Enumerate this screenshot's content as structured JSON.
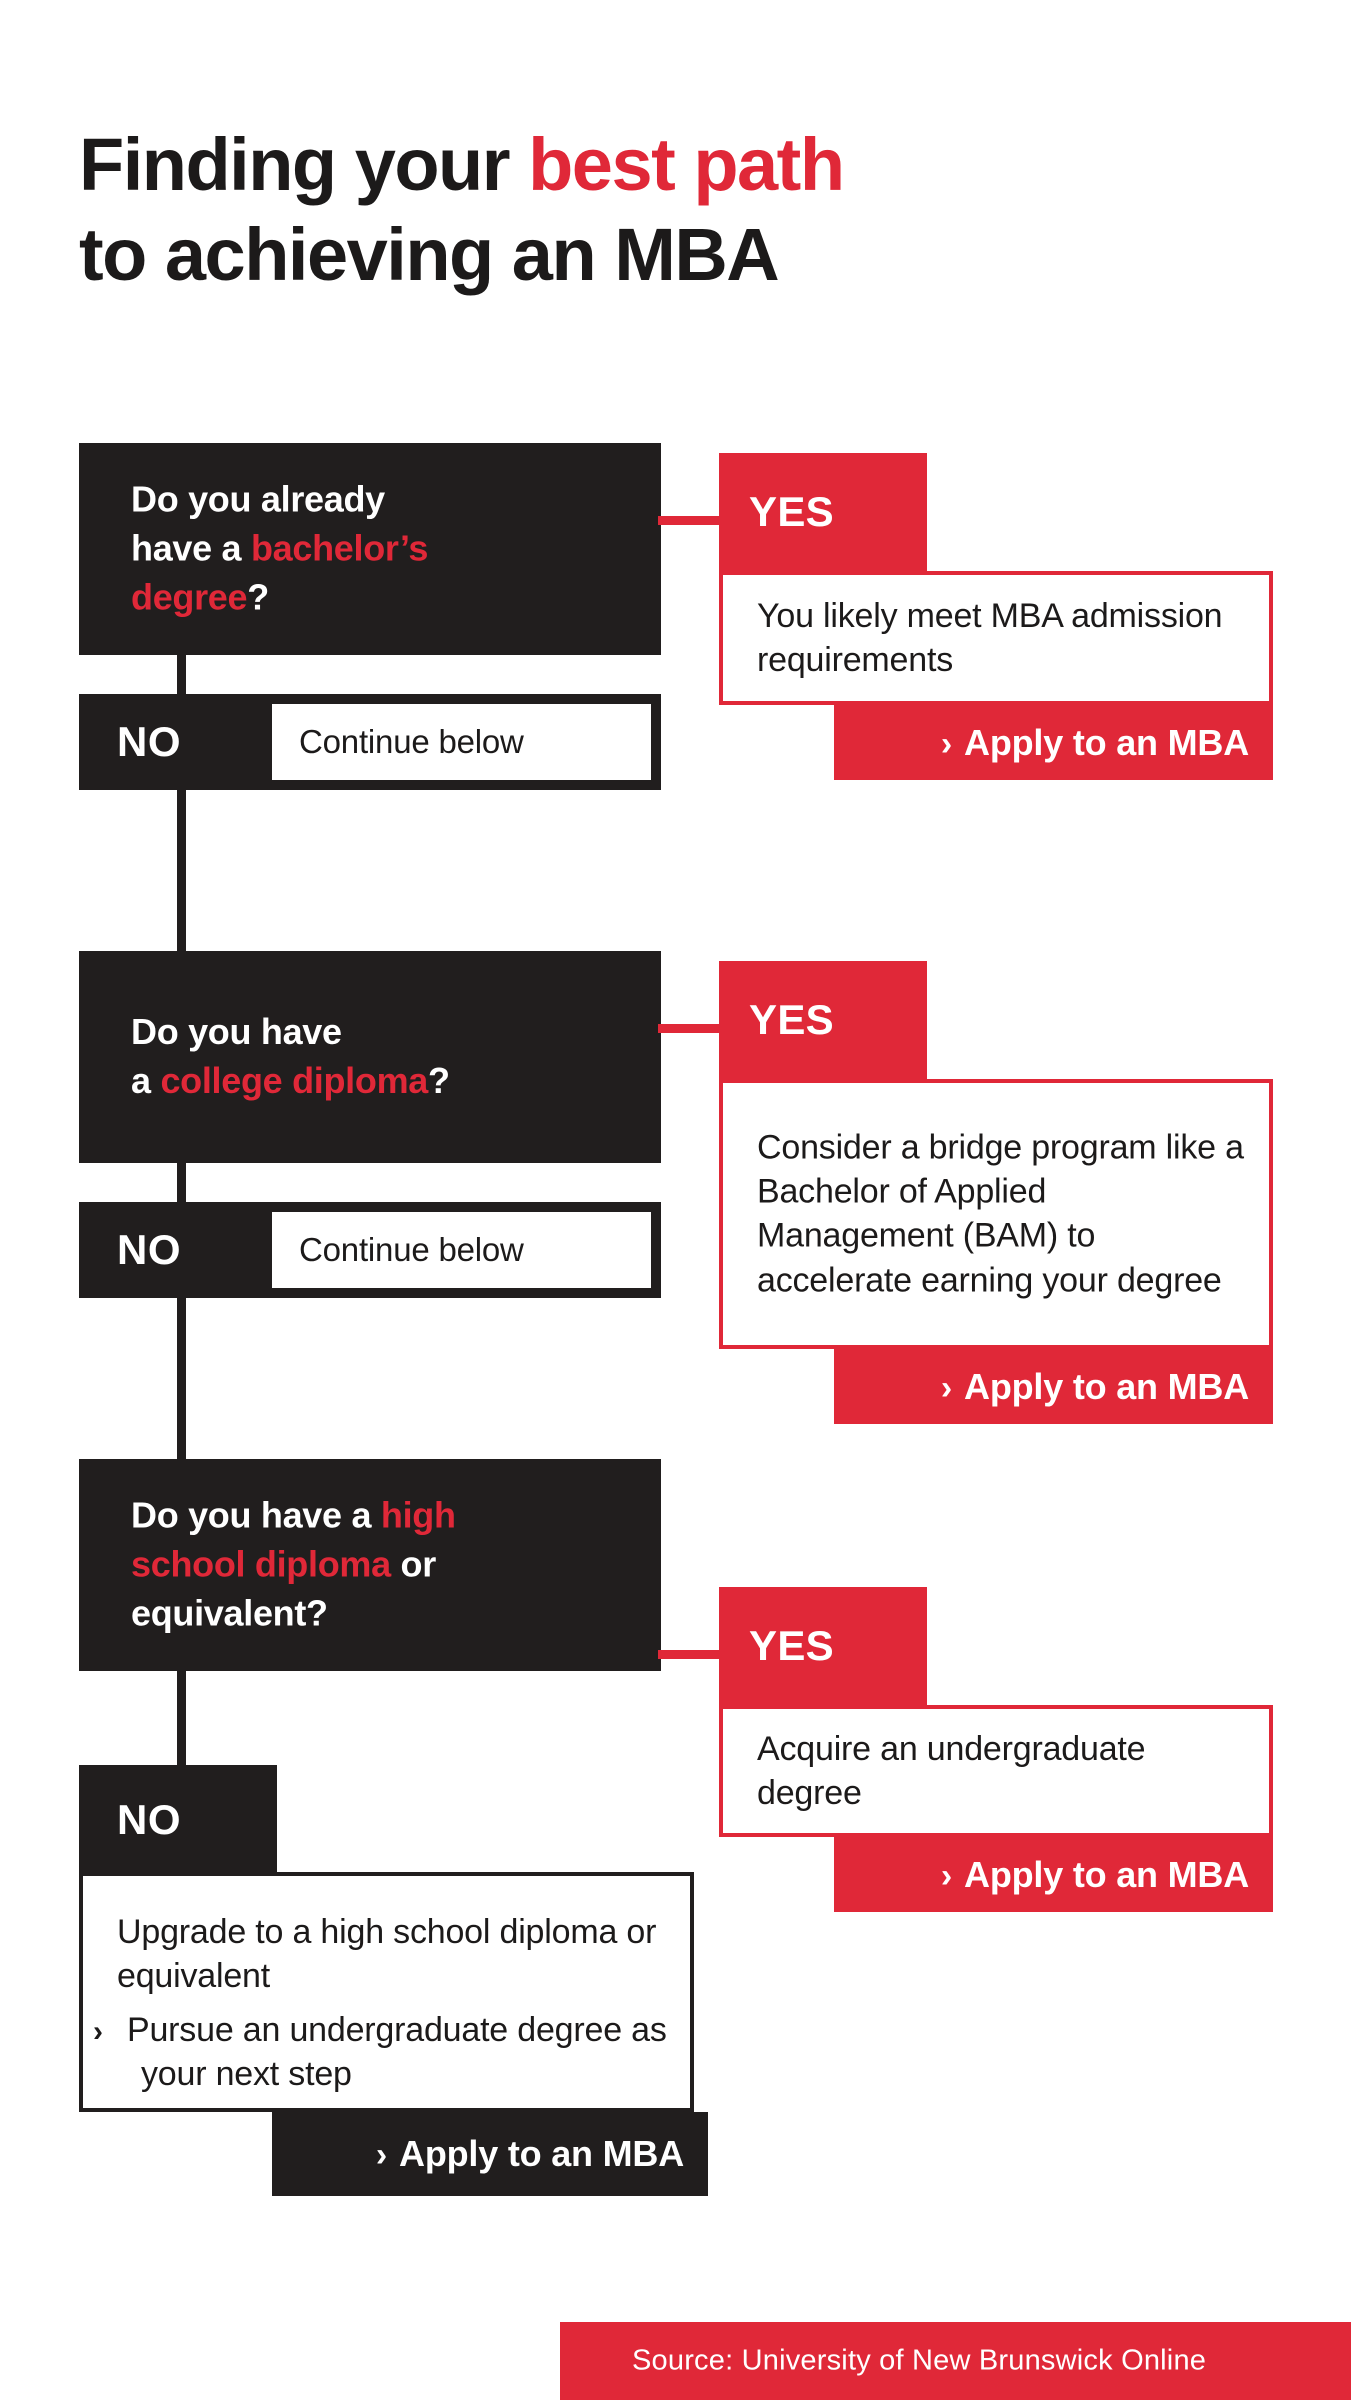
{
  "title": {
    "line1_part1": "Finding your ",
    "line1_accent": "best path",
    "line2": "to achieving an MBA"
  },
  "labels": {
    "yes": "YES",
    "no": "NO",
    "apply": "Apply to an MBA",
    "chevron": "›"
  },
  "steps": [
    {
      "question_parts": [
        {
          "text": "Do you already ",
          "accent": false
        },
        {
          "text": "have a ",
          "accent": false
        },
        {
          "text": "bachelor’s degree",
          "accent": true
        },
        {
          "text": "?",
          "accent": false
        }
      ],
      "question_line1": "Do you already",
      "question_line2_plain": "have a ",
      "question_line2_accent": "bachelor’s",
      "question_line3_accent": "degree",
      "question_line3_plain": "?",
      "no_label": "NO",
      "no_text": "Continue below",
      "yes_label": "YES",
      "yes_outcome": "You likely meet MBA admission requirements",
      "apply_label": "Apply to an MBA"
    },
    {
      "question_line1": "Do you have",
      "question_line2_plain": "a ",
      "question_line2_accent": "college diploma",
      "question_line2_tail": "?",
      "no_label": "NO",
      "no_text": "Continue below",
      "yes_label": "YES",
      "yes_outcome": "Consider a bridge program like a Bachelor of Applied Management (BAM) to accelerate earning your degree",
      "apply_label": "Apply to an MBA"
    },
    {
      "question_line1_plain": "Do you have a ",
      "question_line1_accent": "high",
      "question_line2_accent": "school diploma",
      "question_line2_plain": " or",
      "question_line3": "equivalent?",
      "no_label": "NO",
      "yes_label": "YES",
      "yes_outcome": "Acquire an undergraduate degree",
      "apply_label": "Apply to an MBA",
      "no_outcome_line1": "Upgrade to a high school diploma or equivalent",
      "no_outcome_line2": "Pursue an undergraduate degree as your next step",
      "no_apply_label": "Apply to an MBA"
    }
  ],
  "source": {
    "text": "Source: University of New Brunswick Online"
  },
  "colors": {
    "red": "#e02838",
    "black": "#211e1e",
    "white": "#ffffff"
  }
}
